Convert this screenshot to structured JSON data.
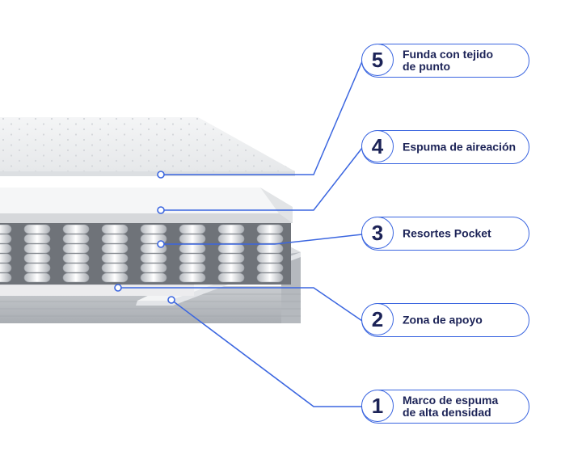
{
  "colors": {
    "accent": "#3b66e0",
    "label_text": "#1c2357",
    "cover": "#eef0f2",
    "foam": "#f7f8f9",
    "frame": "#b9bcc0"
  },
  "layers": [
    {
      "number": "5",
      "label": "Funda con tejido de punto"
    },
    {
      "number": "4",
      "label": "Espuma de aireación"
    },
    {
      "number": "3",
      "label": "Resortes Pocket"
    },
    {
      "number": "2",
      "label": "Zona de apoyo"
    },
    {
      "number": "1",
      "label": "Marco de espuma de alta densidad"
    }
  ]
}
